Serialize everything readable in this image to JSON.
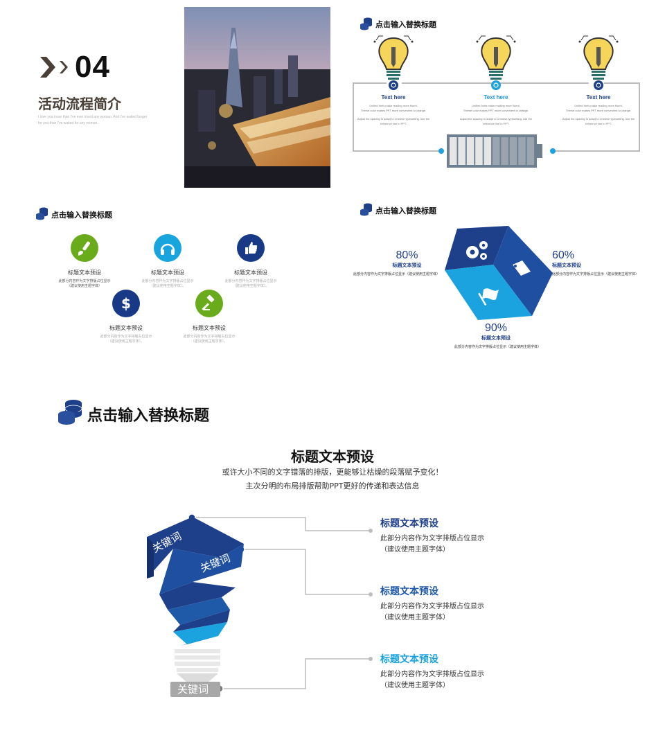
{
  "slide1": {
    "number": "04",
    "title": "活动流程简介",
    "subtitle_lines": [
      "I love you more than I've ever loved any woman. And I've waited longer",
      "for you than I've waited for any woman."
    ]
  },
  "slide2": {
    "title": "点击输入替换标题",
    "items": [
      {
        "label": "Text here",
        "desc": [
          "Unified fonts make reading more fluent.",
          "Theme color makes PPT more convenient to change.",
          "",
          "Adjust the spacing to adapt to Chinese typesetting, use the",
          "reference line in PPT."
        ]
      },
      {
        "label": "Text here",
        "desc": [
          "Unified fonts make reading more fluent.",
          "Theme color makes PPT more convenient to change.",
          "",
          "Adjust the spacing to adapt to Chinese typesetting, use the",
          "reference line in PPT."
        ]
      },
      {
        "label": "Text here",
        "desc": [
          "Unified fonts make reading more fluent.",
          "Theme color makes PPT more convenient to change.",
          "",
          "Adjust the spacing to adapt to Chinese typesetting, use the",
          "reference line in PPT."
        ]
      }
    ],
    "battery_level": 0.5
  },
  "slide3": {
    "title": "点击输入替换标题",
    "items": [
      {
        "title": "标题文本预设",
        "desc": [
          "此部分内容作为文字排版占位显示",
          "（建议使用主题字体）"
        ],
        "icon": "paintbrush-icon",
        "color": "#6aab1c"
      },
      {
        "title": "标题文本预设",
        "desc": [
          "此部分内容作为文字排版占位显示",
          "（建议使用主题字体）。"
        ],
        "icon": "headphones-icon",
        "color": "#18a5de"
      },
      {
        "title": "标题文本预设",
        "desc": [
          "此部分内容作为文字排版占位显示",
          "（建议使用主题字体）。"
        ],
        "icon": "thumbs-up-icon",
        "color": "#183a86"
      },
      {
        "title": "标题文本预设",
        "desc": [
          "此部分内容作为文字排版占位显示",
          "（建议使用主题字体）。"
        ],
        "icon": "dollar-icon",
        "color": "#183a86"
      },
      {
        "title": "标题文本预设",
        "desc": [
          "此部分内容作为文字排版占位显示",
          "（建议使用主题字体）。"
        ],
        "icon": "gavel-icon",
        "color": "#6aab1c"
      }
    ]
  },
  "slide4": {
    "title": "点击输入替换标题",
    "items": [
      {
        "percent": "80%",
        "label": "标题文本预设",
        "desc": "此部分内容作为文字排版占位显示（建议使用主题字体）"
      },
      {
        "percent": "60%",
        "label": "标题文本预设",
        "desc": "此部分内容作为文字排版占位显示（建议使用主题字体）"
      },
      {
        "percent": "90%",
        "label": "标题文本预设",
        "desc": "此部分内容作为文字排版占位显示（建议使用主题字体）"
      }
    ],
    "colors": {
      "dark": "#1e3f8a",
      "mid": "#1f4fa0",
      "light": "#1aa3df"
    }
  },
  "slide5": {
    "section_title": "点击输入替换标题",
    "heading": "标题文本预设",
    "subtitle_lines": [
      "或许大小不同的文字错落的排版，更能够让枯燥的段落赋予变化！",
      "主次分明的布局排版帮助PPT更好的传递和表达信息"
    ],
    "keywords": [
      "关键词",
      "关键词",
      "关键词"
    ],
    "items": [
      {
        "title": "标题文本预设",
        "desc": [
          "此部分内容作为文字排版占位显示",
          "（建议使用主题字体）"
        ],
        "color": "#1e3f8a"
      },
      {
        "title": "标题文本预设",
        "desc": [
          "此部分内容作为文字排版占位显示",
          "（建议使用主题字体）"
        ],
        "color": "#1f5aa8"
      },
      {
        "title": "标题文本预设",
        "desc": [
          "此部分内容作为文字排版占位显示",
          "（建议使用主题字体）"
        ],
        "color": "#1aa3df"
      }
    ]
  }
}
